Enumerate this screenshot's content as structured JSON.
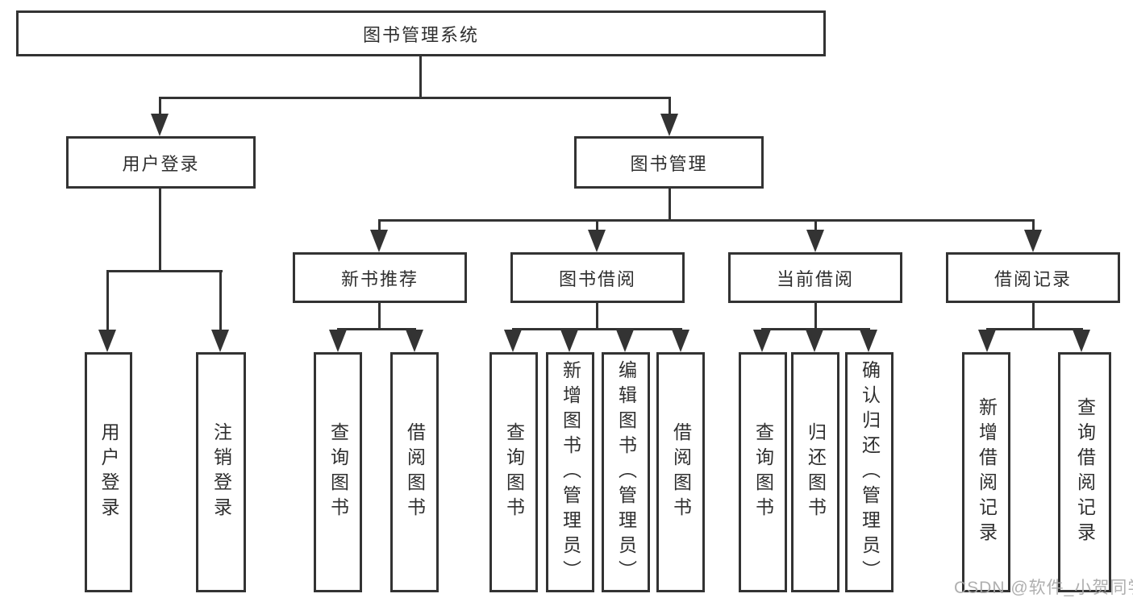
{
  "colors": {
    "line": "#333333",
    "text": "#2f2f2f",
    "background": "#ffffff",
    "watermark": "#a8a8a8"
  },
  "tree": {
    "root": {
      "label": "图书管理系统",
      "children": [
        {
          "label": "用户登录",
          "children": [
            {
              "label": "用户登录"
            },
            {
              "label": "注销登录"
            }
          ]
        },
        {
          "label": "图书管理",
          "children": [
            {
              "label": "新书推荐",
              "children": [
                {
                  "label": "查询图书"
                },
                {
                  "label": "借阅图书"
                }
              ]
            },
            {
              "label": "图书借阅",
              "children": [
                {
                  "label": "查询图书"
                },
                {
                  "label": "新增图书（管理员）"
                },
                {
                  "label": "编辑图书（管理员）"
                },
                {
                  "label": "借阅图书"
                }
              ]
            },
            {
              "label": "当前借阅",
              "children": [
                {
                  "label": "查询图书"
                },
                {
                  "label": "归还图书"
                },
                {
                  "label": "确认归还（管理员）"
                }
              ]
            },
            {
              "label": "借阅记录",
              "children": [
                {
                  "label": "新增借阅记录"
                },
                {
                  "label": "查询借阅记录"
                }
              ]
            }
          ]
        }
      ]
    }
  },
  "watermark": "CSDN @软件_小贺同学"
}
